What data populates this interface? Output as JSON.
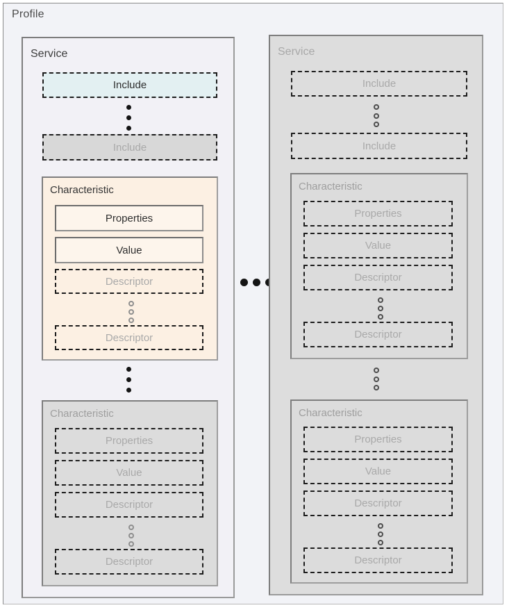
{
  "diagram": {
    "title": "Profile",
    "colors": {
      "page_background": "#ffffff",
      "profile_background": "#f2f3f7",
      "active_service_background": "#f2f1f6",
      "dim_service_background": "#dddddd",
      "highlight_include": "#e3f0f2",
      "characteristic_highlight": "#fcf0e3",
      "dim_fill": "#d8d8d8",
      "active_text": "#2e2e2e",
      "dim_text": "#a9a9a9",
      "border": "#7d7d7d"
    },
    "services": [
      {
        "name": "service-active",
        "title": "Service",
        "state": "active",
        "includes": [
          {
            "label": "Include",
            "state": "highlight"
          },
          {
            "label": "Include",
            "state": "dim"
          }
        ],
        "include_ellipsis": "vertical-ellipsis",
        "characteristic_ellipsis": "vertical-ellipsis",
        "characteristics": [
          {
            "title": "Characteristic",
            "state": "highlight",
            "properties_label": "Properties",
            "value_label": "Value",
            "descriptors": [
              {
                "label": "Descriptor"
              },
              {
                "label": "Descriptor"
              }
            ],
            "descriptor_ellipsis": "vertical-ellipsis"
          },
          {
            "title": "Characteristic",
            "state": "dim",
            "properties_label": "Properties",
            "value_label": "Value",
            "descriptors": [
              {
                "label": "Descriptor"
              },
              {
                "label": "Descriptor"
              }
            ],
            "descriptor_ellipsis": "vertical-ellipsis"
          }
        ]
      },
      {
        "name": "service-dim",
        "title": "Service",
        "state": "dim",
        "includes": [
          {
            "label": "Include",
            "state": "dim"
          },
          {
            "label": "Include",
            "state": "dim"
          }
        ],
        "include_ellipsis": "vertical-ellipsis",
        "characteristic_ellipsis": "vertical-ellipsis",
        "characteristics": [
          {
            "title": "Characteristic",
            "state": "dim",
            "properties_label": "Properties",
            "value_label": "Value",
            "descriptors": [
              {
                "label": "Descriptor"
              },
              {
                "label": "Descriptor"
              }
            ],
            "descriptor_ellipsis": "vertical-ellipsis"
          },
          {
            "title": "Characteristic",
            "state": "dim",
            "properties_label": "Properties",
            "value_label": "Value",
            "descriptors": [
              {
                "label": "Descriptor"
              },
              {
                "label": "Descriptor"
              }
            ],
            "descriptor_ellipsis": "vertical-ellipsis"
          }
        ]
      }
    ],
    "service_ellipsis": "horizontal-ellipsis"
  }
}
